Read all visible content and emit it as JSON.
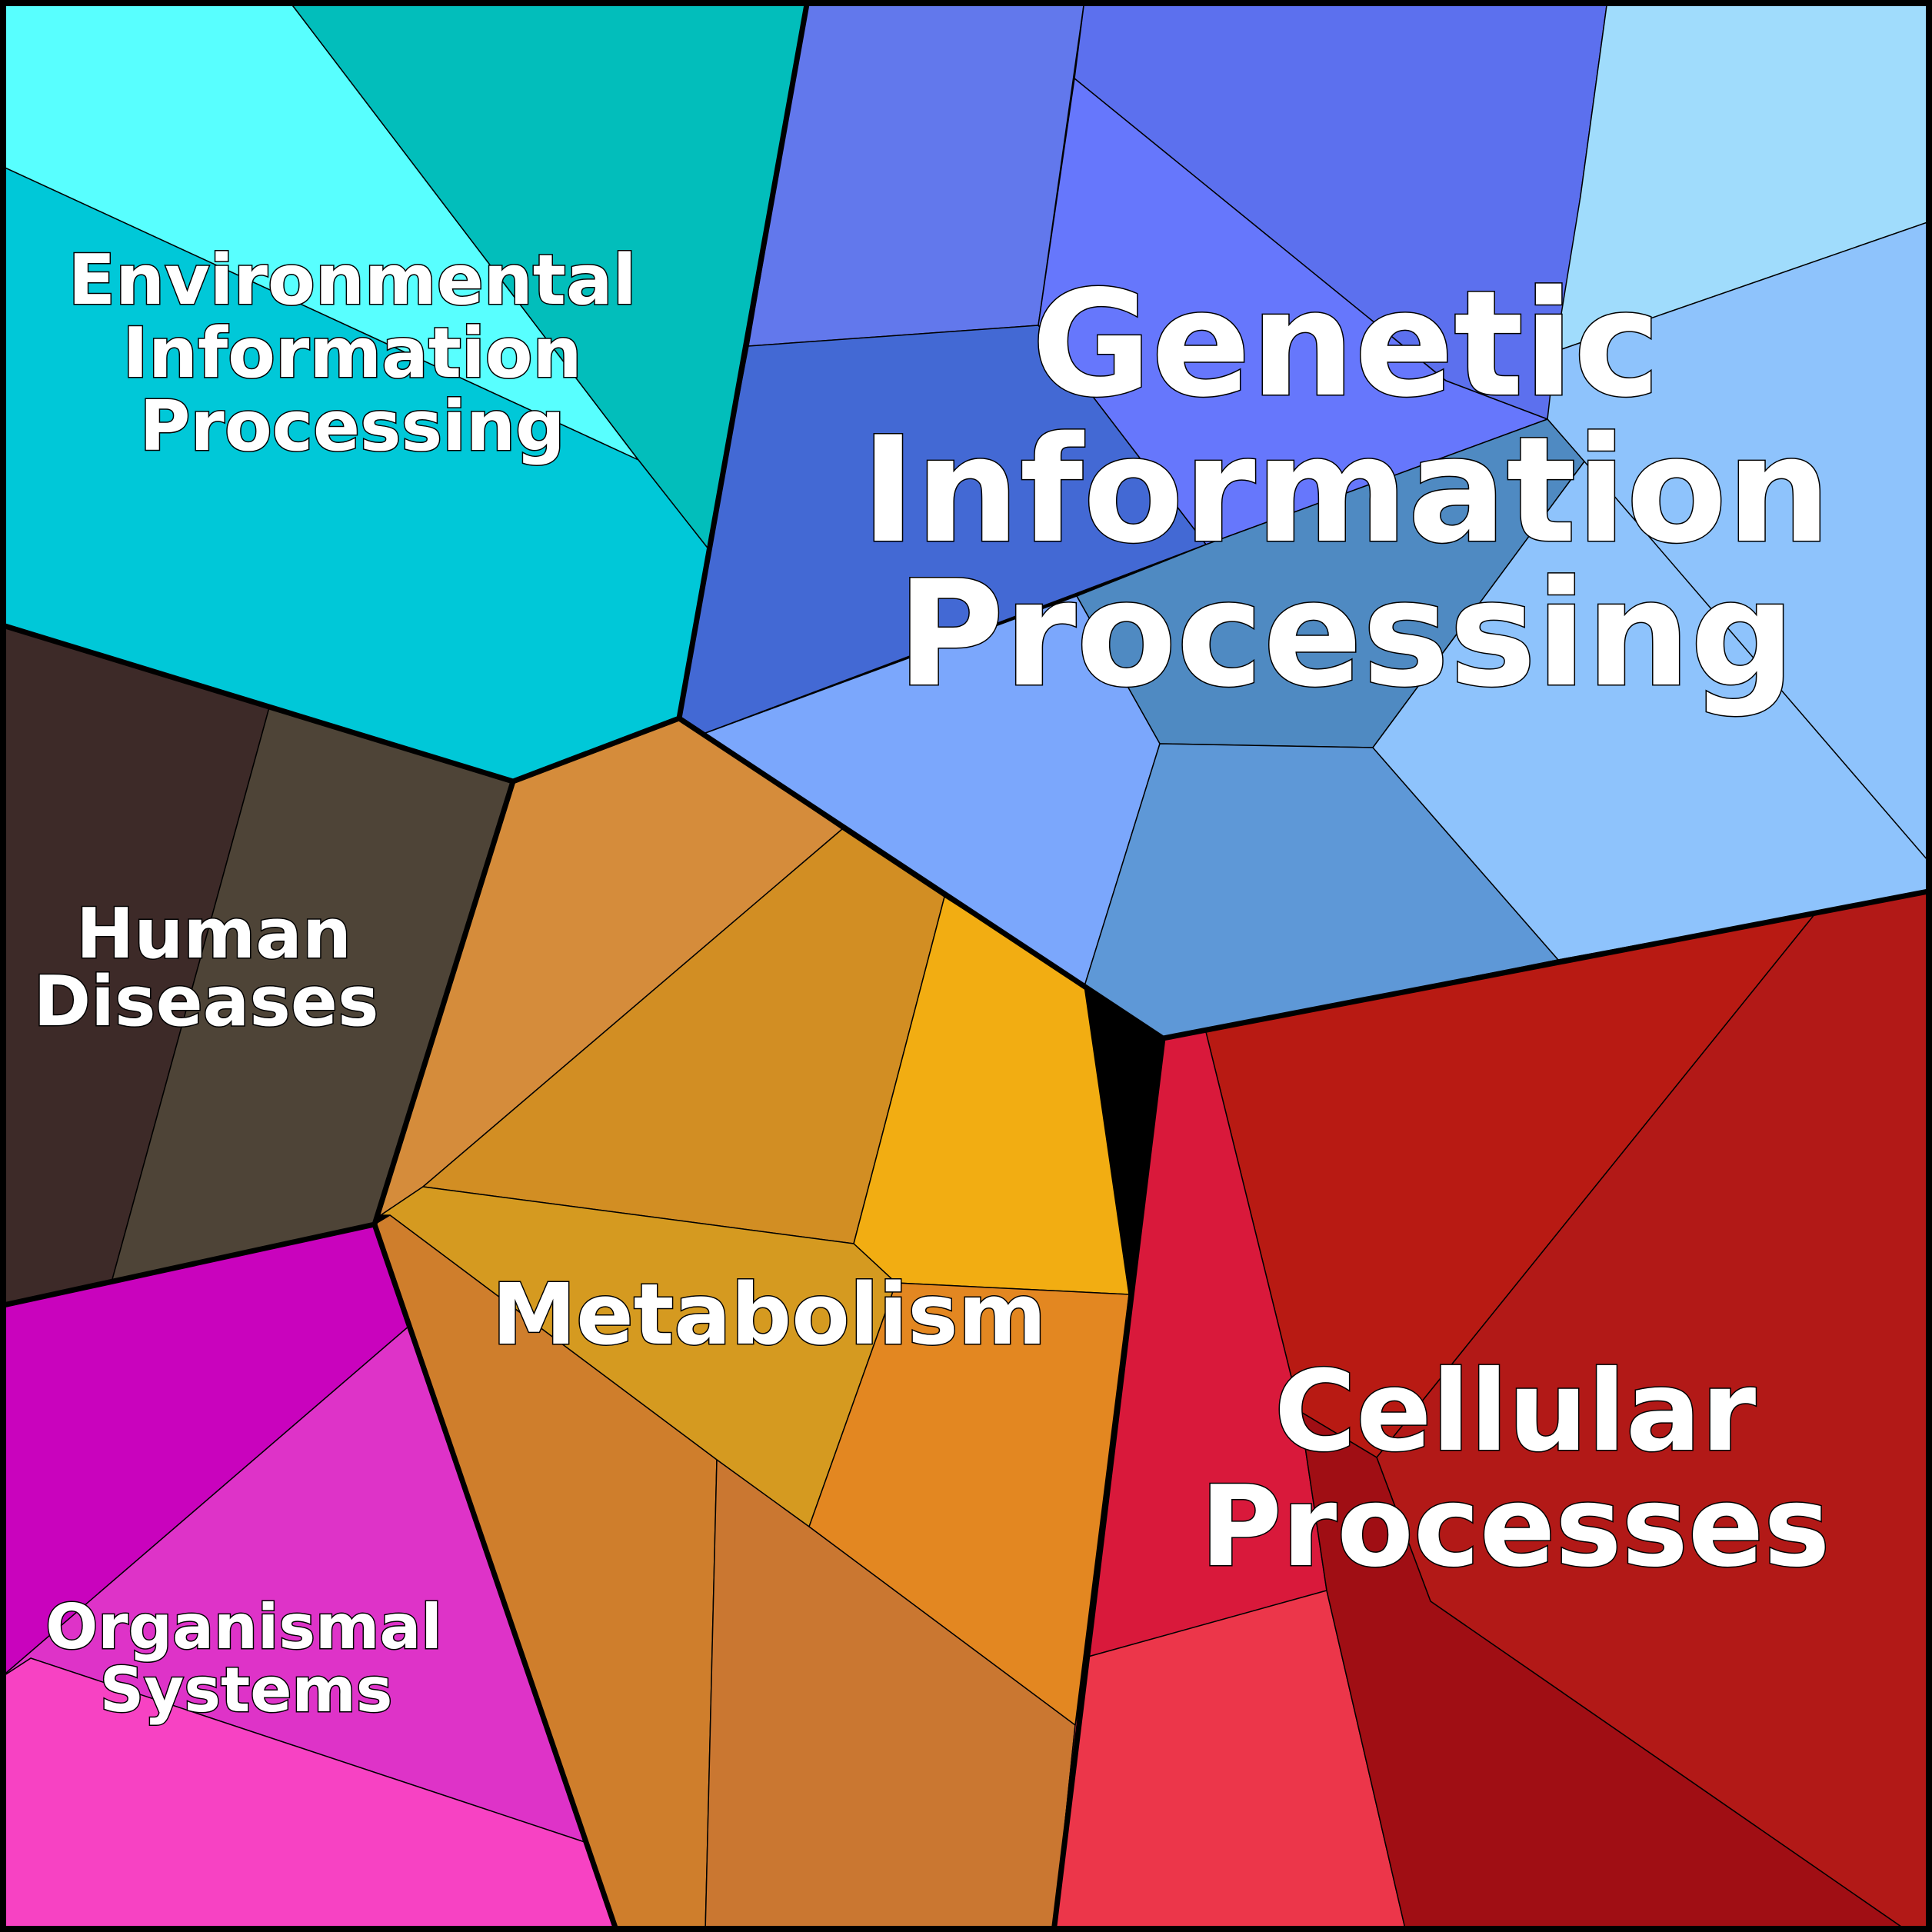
{
  "diagram": {
    "type": "voronoi-treemap",
    "categories": [
      {
        "id": "environmental",
        "name": "Environmental Information Processing",
        "label_lines": [
          "Environmental",
          "Information",
          "Processing"
        ],
        "cell_colors": [
          "#58ffff",
          "#02bebb",
          "#00c8d8"
        ]
      },
      {
        "id": "genetic",
        "name": "Genetic Information Processing",
        "label_lines": [
          "Genetic",
          "Information",
          "Processing"
        ],
        "cell_colors": [
          "#6278ec",
          "#5c70ee",
          "#6677fc",
          "#4369d4",
          "#a0dcfc",
          "#8ec3fc",
          "#4f8ac2",
          "#7ba7fc",
          "#5e98d7"
        ]
      },
      {
        "id": "human",
        "name": "Human Diseases",
        "label_lines": [
          "Human",
          "Diseases"
        ],
        "cell_colors": [
          "#3d2a28",
          "#4e4437"
        ]
      },
      {
        "id": "metabolism",
        "name": "Metabolism",
        "label_lines": [
          "Metabolism"
        ],
        "cell_colors": [
          "#d58c3b",
          "#d28e23",
          "#f2ad12",
          "#d59a20",
          "#e38721",
          "#cf7e2c",
          "#ca7731"
        ]
      },
      {
        "id": "organismal",
        "name": "Organismal Systems",
        "label_lines": [
          "Organismal",
          "Systems"
        ],
        "cell_colors": [
          "#c903bd",
          "#de33c8",
          "#f742c3"
        ]
      },
      {
        "id": "cellular",
        "name": "Cellular Processes",
        "label_lines": [
          "Cellular",
          "Processes"
        ],
        "cell_colors": [
          "#b81a13",
          "#b21917",
          "#d9193b",
          "#ec364a",
          "#a00e14"
        ]
      }
    ]
  }
}
